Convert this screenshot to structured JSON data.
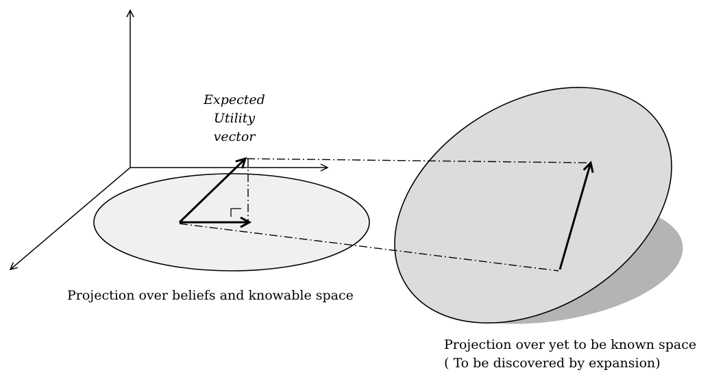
{
  "labels": {
    "expected_utility": [
      "Expected",
      "Utility",
      "vector"
    ],
    "known_projection": "Projection over beliefs and knowable space",
    "unknown_projection": [
      "Projection over yet to be known space",
      "( To be discovered by expansion)"
    ]
  },
  "colors": {
    "stroke": "#000000",
    "known_plane_fill": "#f0f0f0",
    "unknown_plane_fill": "#dcdcdc",
    "unknown_plane_shadow": "#b4b4b4"
  }
}
